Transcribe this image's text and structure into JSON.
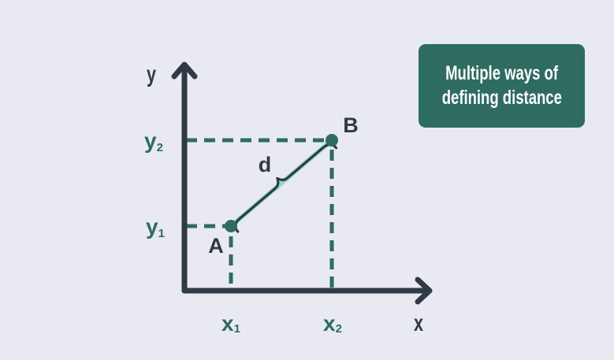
{
  "diagram": {
    "axis_x_label": "x",
    "axis_y_label": "y",
    "tick_x1": {
      "base": "x",
      "sub": "1"
    },
    "tick_x2": {
      "base": "x",
      "sub": "2"
    },
    "tick_y1": {
      "base": "y",
      "sub": "1"
    },
    "tick_y2": {
      "base": "y",
      "sub": "2"
    },
    "point_a_label": "A",
    "point_b_label": "B",
    "distance_label": "d"
  },
  "title_box": {
    "line1": "Multiple ways of",
    "line2": "defining distance"
  },
  "colors": {
    "background": "#e9e9f2",
    "axis": "#2f3b44",
    "accent": "#2e6b60",
    "segment": "#8fd9c8",
    "title_text": "#ffffff"
  }
}
